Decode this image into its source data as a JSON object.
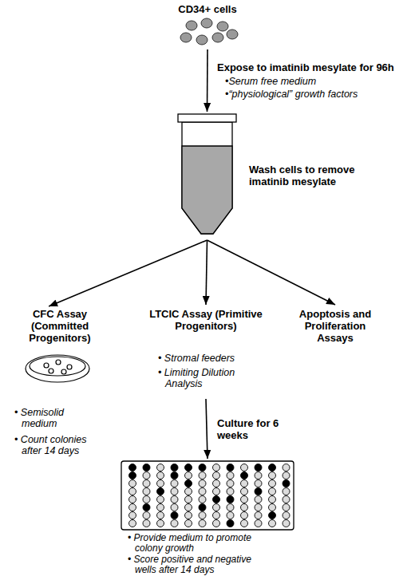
{
  "diagram": {
    "nodes": [
      {
        "text": [
          "CD34+ cells"
        ]
      },
      {
        "text": [
          "Wash cells to remove imatinib mesylate"
        ]
      },
      {
        "text": [
          "CFC Assay (Committed Progenitors)",
          "• Semisolid medium",
          "• Count colonies after 14 days"
        ]
      },
      {
        "text": [
          "LTCIC Assay (Primitive Progenitors)",
          "• Stromal feeders",
          "• Limiting Dilution Analysis"
        ]
      },
      {
        "text": [
          "Apoptosis and Proliferation Assays"
        ]
      },
      {
        "text": [
          "• Provide medium to promote colony growth",
          "• Score positive and negative wells after 14 days"
        ]
      }
    ],
    "edges": [
      {
        "from": 0,
        "to": 1,
        "arrow": "to",
        "label": "Expose to imatinib mesylate for 96h"
      },
      {
        "from": 1,
        "to": 2,
        "arrow": "to"
      },
      {
        "from": 1,
        "to": 3,
        "arrow": "to"
      },
      {
        "from": 1,
        "to": 4,
        "arrow": "to"
      },
      {
        "from": 3,
        "to": 5,
        "arrow": "to",
        "label": "Culture for 6 weeks"
      }
    ],
    "labels": [
      "•Serum free medium",
      "•“physiological” growth factors"
    ]
  }
}
